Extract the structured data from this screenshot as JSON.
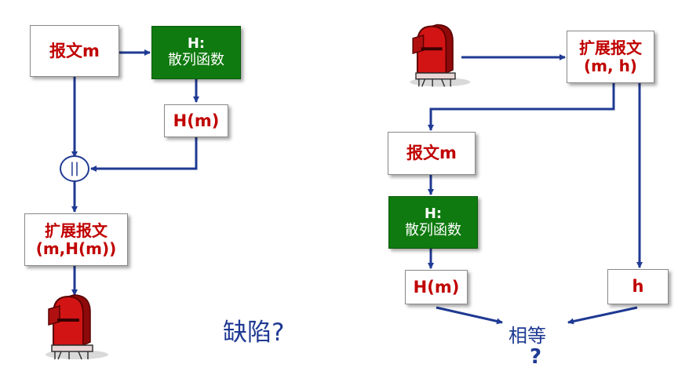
{
  "left": {
    "message_box": "报文m",
    "hash_box": {
      "line1": "H:",
      "line2": "散列函数"
    },
    "hash_value_box": "H(m)",
    "concat_symbol": "||",
    "extended_box": {
      "line1": "扩展报文",
      "line2": "(m,H(m))"
    }
  },
  "flaw_text": "缺陷?",
  "right": {
    "extended_box": {
      "line1": "扩展报文",
      "line2": "(m, h)"
    },
    "message_box": "报文m",
    "hash_box": {
      "line1": "H:",
      "line2": "散列函数"
    },
    "hash_value_box": "H(m)",
    "received_hash_box": "h",
    "compare_label": "相等",
    "question_mark": "?"
  },
  "icons": [
    "mailbox-icon",
    "mailbox-icon"
  ],
  "colors": {
    "arrow": "#1f3a93",
    "label_red": "#c00000",
    "hash_green": "#0f7a0f"
  }
}
